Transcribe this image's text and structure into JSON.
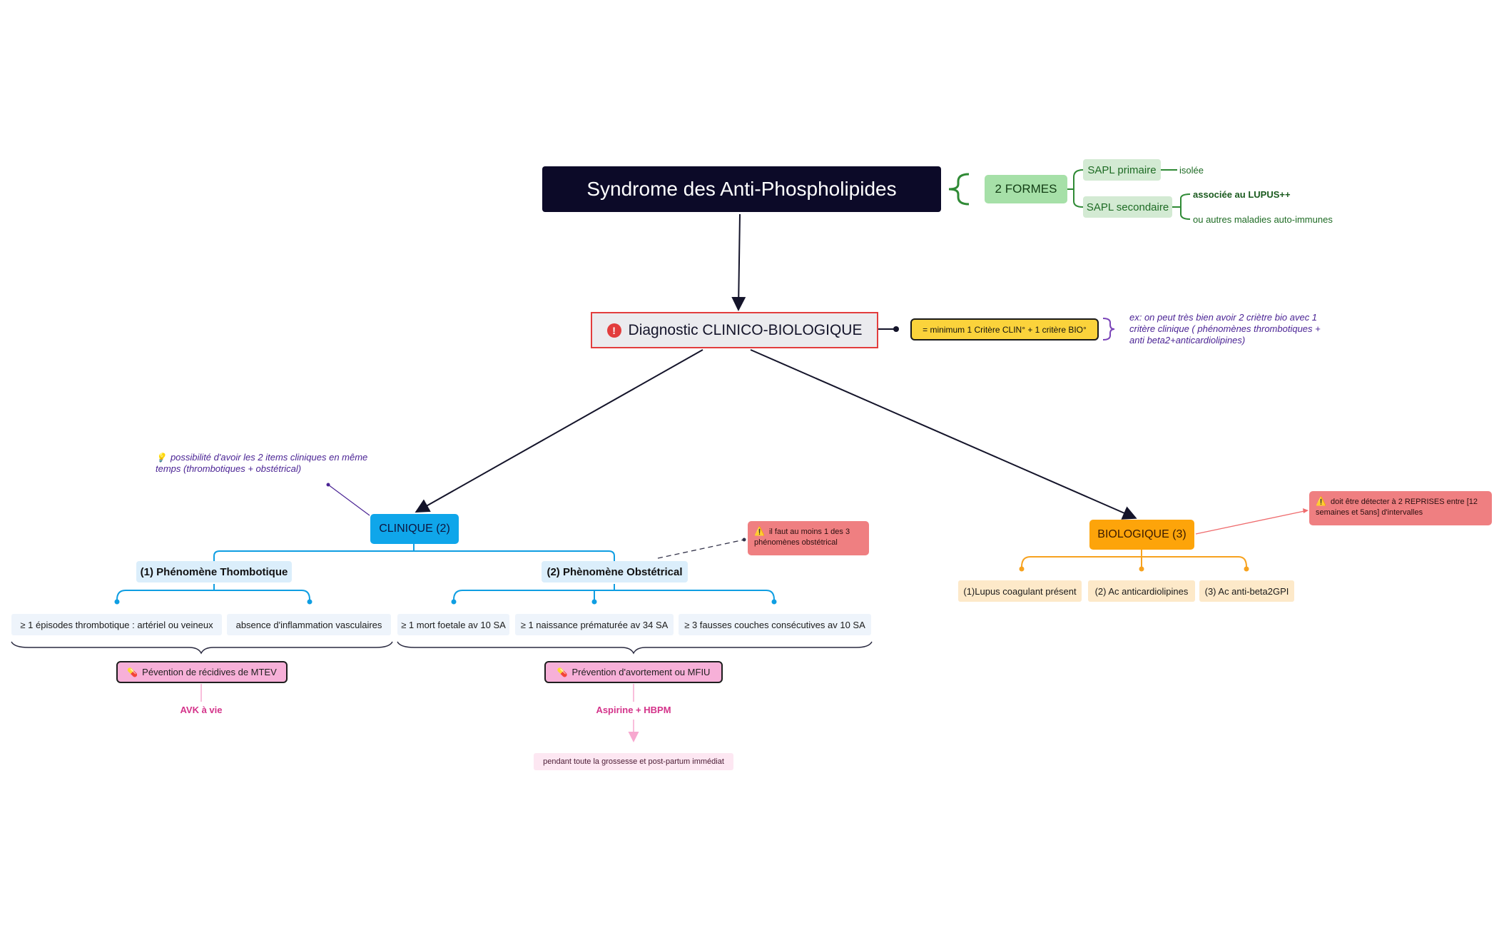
{
  "root": {
    "title": "Syndrome des Anti-Phospholipides"
  },
  "formes": {
    "label": "2 FORMES",
    "primaire": {
      "label": "SAPL primaire",
      "detail": "isolée"
    },
    "secondaire": {
      "label": "SAPL secondaire",
      "detail_1": "associée au LUPUS++",
      "detail_2": "ou autres maladies auto-immunes"
    }
  },
  "diagnostic": {
    "label": "Diagnostic CLINICO-BIOLOGIQUE",
    "icon": "exclamation-icon",
    "criteria": "=  minimum 1 Critère CLIN° + 1 critère BIO°",
    "example": "ex: on peut très bien avoir 2 criètre bio avec 1 critère clinique ( phénomènes thrombotiques + anti beta2+anticardiolipines)"
  },
  "clinique": {
    "label": "CLINIQUE (2)",
    "note": "possibilité d'avoir les 2 items cliniques en même temps (thrombotiques + obstétrical)",
    "thrombo": {
      "label": "(1) Phénomène Thombotique",
      "leaves": [
        "≥ 1 épisodes thrombotique : artériel ou veineux",
        "absence d'inflammation vasculaires"
      ],
      "prevention": "Pévention de récidives de MTEV",
      "treatment": "AVK à vie"
    },
    "obstet": {
      "label": "(2) Phènomène Obstétrical",
      "note": "il faut au moins 1 des 3 phénomènes obstétrical",
      "leaves": [
        "≥ 1 mort foetale av 10 SA",
        "≥ 1 naissance prématurée av 34 SA",
        "≥ 3 fausses couches consécutives av 10 SA"
      ],
      "prevention": "Prévention d'avortement ou MFIU",
      "treatment": "Aspirine + HBPM",
      "duration": "pendant toute la grossesse et post-partum immédiat"
    }
  },
  "biologique": {
    "label": "BIOLOGIQUE (3)",
    "note": "doit être détecter à 2 REPRISES entre [12 semaines et 5ans]  d'intervalles",
    "leaves": [
      "(1)Lupus coagulant présent",
      "(2) Ac anticardiolipines",
      "(3) Ac anti-beta2GPI"
    ]
  },
  "colors": {
    "root": "#0c0a28",
    "formes": "#a6e0a8",
    "diagnostic_border": "#e23d3d",
    "criteria": "#fbd33b",
    "clinique": "#0fa6ea",
    "biologique": "#fda40a",
    "alert": "#ef7f81",
    "prevention": "#f7b0d8"
  }
}
